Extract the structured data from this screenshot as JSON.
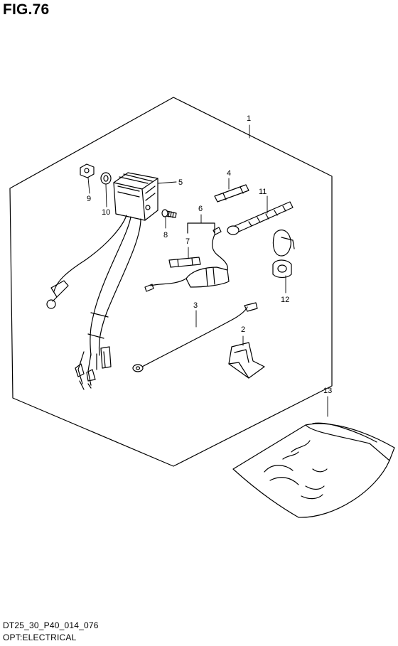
{
  "figure": {
    "title": "FIG.76",
    "code": "DT25_30_P40_014_076",
    "caption": "OPT:ELECTRICAL"
  },
  "callouts": [
    {
      "id": "1",
      "part": "kit-outline"
    },
    {
      "id": "2",
      "part": "clamp"
    },
    {
      "id": "3",
      "part": "ground-lead-wire"
    },
    {
      "id": "4",
      "part": "fuse"
    },
    {
      "id": "5",
      "part": "rectifier-regulator"
    },
    {
      "id": "6",
      "part": "fuse-holder-assembly"
    },
    {
      "id": "7",
      "part": "fuse"
    },
    {
      "id": "8",
      "part": "screw"
    },
    {
      "id": "9",
      "part": "nut"
    },
    {
      "id": "10",
      "part": "washer"
    },
    {
      "id": "11",
      "part": "cable-tie"
    },
    {
      "id": "12",
      "part": "wire-clamp"
    },
    {
      "id": "13",
      "part": "bag"
    }
  ]
}
